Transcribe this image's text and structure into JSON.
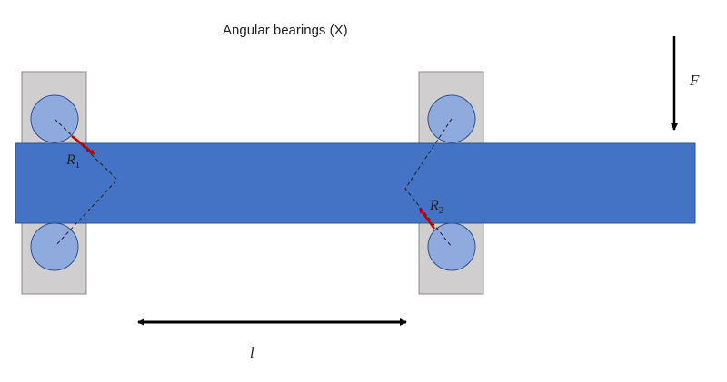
{
  "title": "Angular bearings (X)",
  "labels": {
    "force": "F",
    "length": "l",
    "r1_main": "R",
    "r1_sub": "1",
    "r2_main": "R",
    "r2_sub": "2"
  },
  "colors": {
    "shaft": "#4472c4",
    "shaft_border": "#2f528f",
    "housing": "#d0cece",
    "ball": "#8faadc",
    "ball_border": "#2f528f",
    "reaction_arrow": "#c00000",
    "dimension_arrow": "#000000"
  }
}
